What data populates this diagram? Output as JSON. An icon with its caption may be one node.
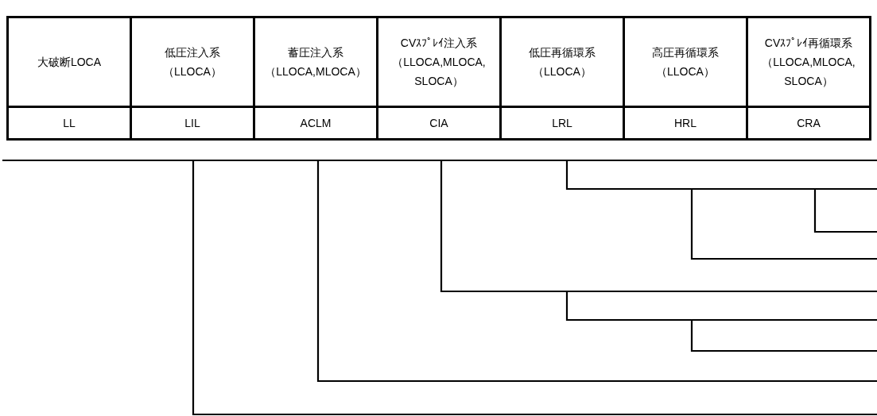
{
  "diagram": {
    "labels": [
      "大破断LOCA",
      "低圧注入系（LLOCA）",
      "蓄圧注入系（LLOCA,MLOCA）",
      "CVｽﾌﾟﾚｲ注入系（LLOCA,MLOCA,SLOCA）",
      "低圧再循環系（LLOCA）",
      "高圧再循環系（LLOCA）",
      "CVｽﾌﾟﾚｲ再循環系（LLOCA,MLOCA,SLOCA）",
      "LL",
      "LIL",
      "ACLM",
      "CIA",
      "LRL",
      "HRL",
      "CRA"
    ]
  }
}
